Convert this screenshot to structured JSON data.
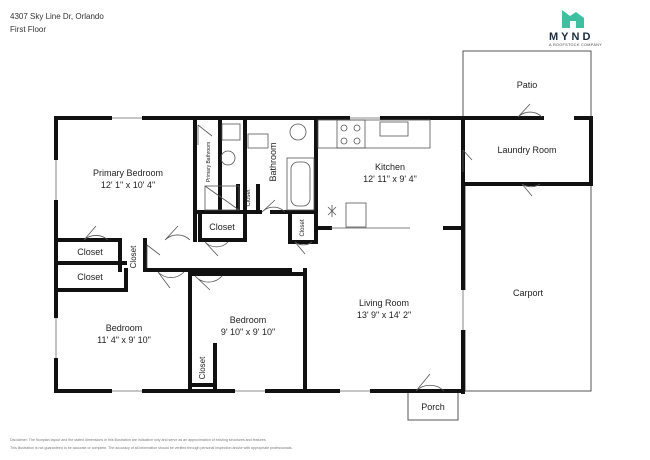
{
  "header": {
    "address": "4307 Sky Line Dr, Orlando",
    "floor": "First Floor"
  },
  "brand": {
    "name": "MYND",
    "tagline": "A ROOFSTOCK COMPANY",
    "color": "#3dbfa0"
  },
  "rooms": {
    "patio": {
      "name": "Patio"
    },
    "laundry": {
      "name": "Laundry Room"
    },
    "primary_bedroom": {
      "name": "Primary Bedroom",
      "dims": "12' 1\" x 10' 4\""
    },
    "primary_bathroom": {
      "name": "Primary Bathroom"
    },
    "bathroom": {
      "name": "Bathroom"
    },
    "kitchen": {
      "name": "Kitchen",
      "dims": "12' 11\" x 9' 4\""
    },
    "closet_primary": {
      "name": "Closet"
    },
    "closet_bath": {
      "name": "Closet"
    },
    "closet_kitchen": {
      "name": "Closet"
    },
    "closet_hall_1": {
      "name": "Closet"
    },
    "closet_hall_2": {
      "name": "Closet"
    },
    "closet_vertical": {
      "name": "Closet"
    },
    "closet_bedroom2": {
      "name": "Closet"
    },
    "bedroom_1": {
      "name": "Bedroom",
      "dims": "11' 4\" x 9' 10\""
    },
    "bedroom_2": {
      "name": "Bedroom",
      "dims": "9' 10\" x 9' 10\""
    },
    "living_room": {
      "name": "Living Room",
      "dims": "13' 9\" x 14' 2\""
    },
    "carport": {
      "name": "Carport"
    },
    "porch": {
      "name": "Porch"
    }
  },
  "disclaimer": {
    "line1": "Disclaimer: The floorplan layout and the stated dimensions in this illustration are indicative only and serve as an approximation of existing structures and features.",
    "line2": "This illustration is not guaranteed to be accurate or complete. The accuracy of all information should be verified through personal inspection and/or with appropriate professionals."
  }
}
